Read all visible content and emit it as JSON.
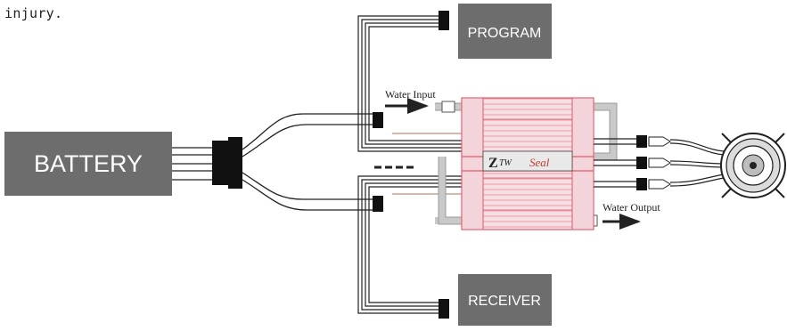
{
  "intro_text": "injury.",
  "labels": {
    "battery": "BATTERY",
    "program": "PROGRAM",
    "receiver": "RECEIVER",
    "water_input": "Water Input",
    "water_output": "Water Output"
  },
  "colors": {
    "box_fill": "#6d6d6d",
    "box_text": "#ffffff",
    "esc_fill": "#f6dfe3",
    "esc_line": "#e25a6f",
    "wire": "#222222",
    "tube": "#c9c9c9"
  },
  "icons": {
    "connector": "plug-icon",
    "motor": "brushless-motor-icon",
    "arrow": "arrow-right-icon"
  }
}
